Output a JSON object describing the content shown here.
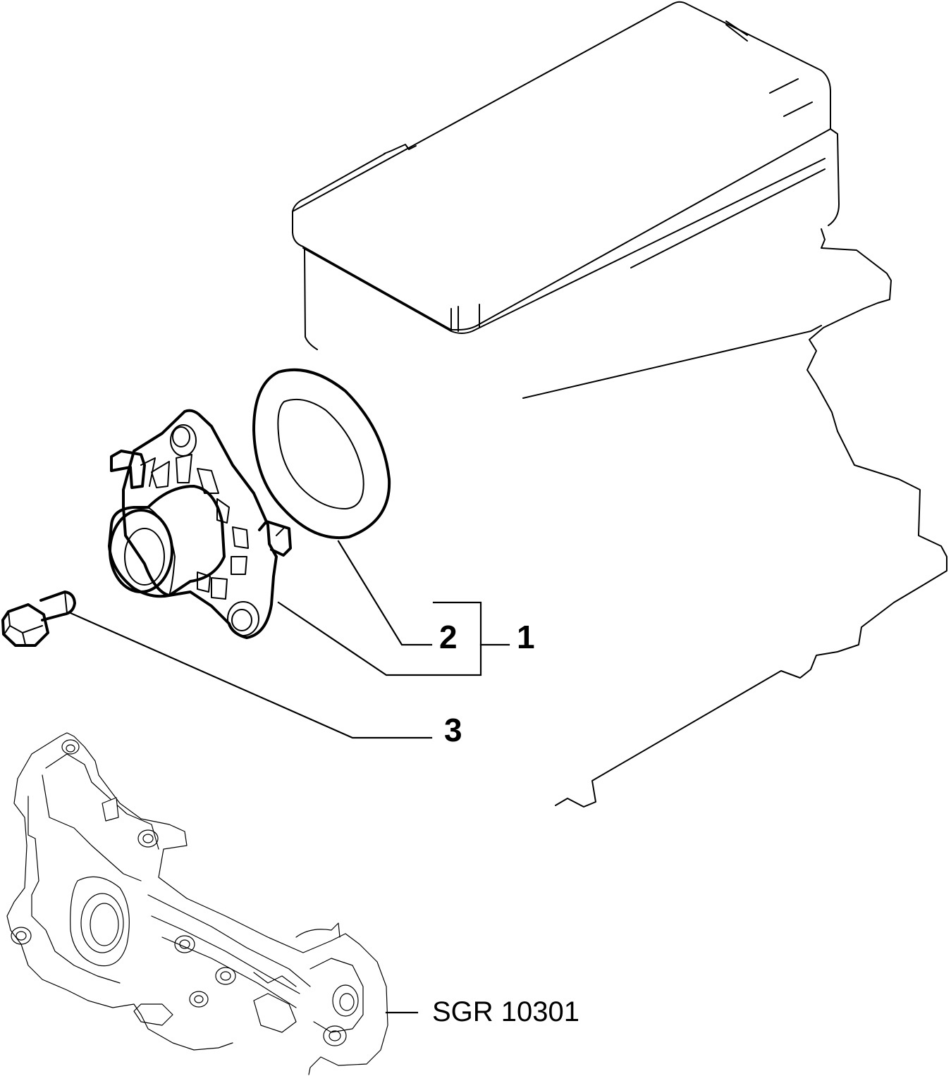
{
  "callouts": {
    "item_1": "1",
    "item_2": "2",
    "item_3": "3"
  },
  "reference_code": "SGR 10301"
}
